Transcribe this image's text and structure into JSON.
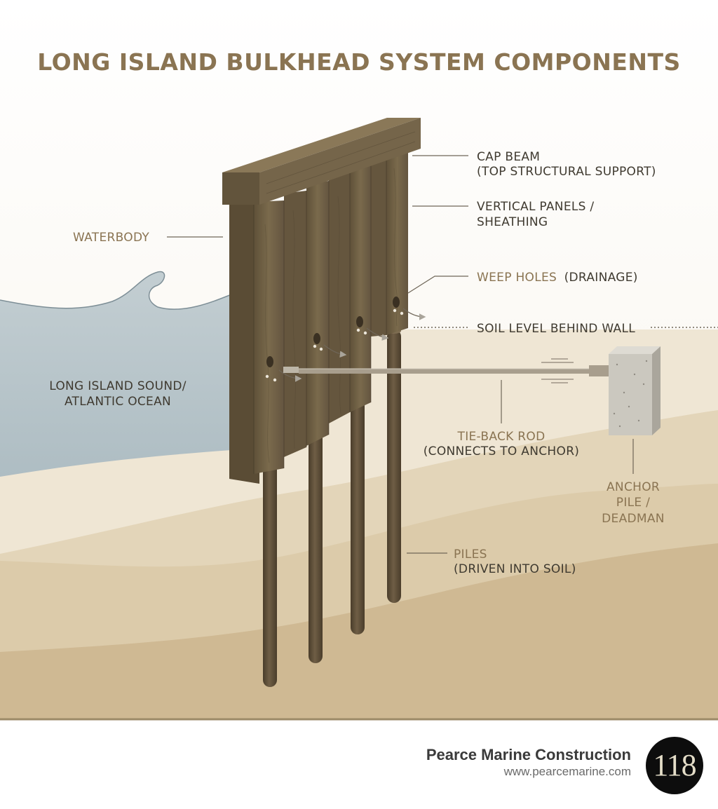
{
  "title": "LONG ISLAND BULKHEAD SYSTEM COMPONENTS",
  "labels": {
    "cap_beam": "CAP BEAM",
    "cap_beam_desc": "(TOP STRUCTURAL SUPPORT)",
    "vertical_panels_1": "VERTICAL PANELS /",
    "vertical_panels_2": "SHEATHING",
    "waterbody": "WATERBODY",
    "weep_holes": "WEEP HOLES",
    "weep_holes_desc": "(DRAINAGE)",
    "soil_level": "SOIL LEVEL BEHIND WALL",
    "sound_1": "LONG ISLAND SOUND/",
    "sound_2": "ATLANTIC OCEAN",
    "tie_back": "TIE-BACK ROD",
    "tie_back_desc": "(CONNECTS TO ANCHOR)",
    "anchor_1": "ANCHOR",
    "anchor_2": "PILE /",
    "anchor_3": "DEADMAN",
    "piles": "PILES",
    "piles_desc": "(DRIVEN INTO SOIL)"
  },
  "footer": {
    "company": "Pearce Marine Construction",
    "url": "www.pearcemarine.com",
    "badge": "118"
  },
  "colors": {
    "title": "#8a7452",
    "water": "#b9c6cc",
    "wood": "#6e5e43",
    "pile": "#5c4d37",
    "sand_light": "#efe6d4",
    "sand_mid": "#dccbaa",
    "sand_dark": "#c9b08a",
    "concrete": "#c9c6bd"
  }
}
